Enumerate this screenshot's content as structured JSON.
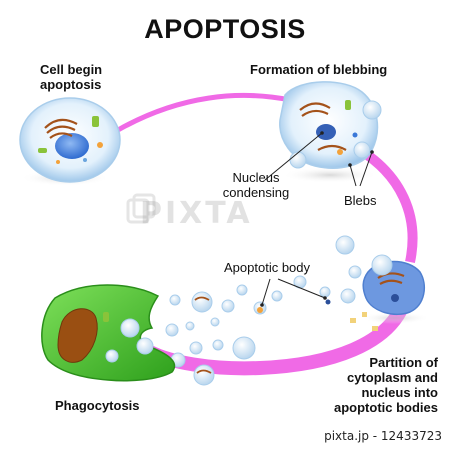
{
  "title": "APOPTOSIS",
  "labels": {
    "cell_begin_line1": "Cell begin",
    "cell_begin_line2": "apoptosis",
    "blebbing": "Formation of blebbing",
    "nucleus_line1": "Nucleus",
    "nucleus_line2": "condensing",
    "blebs": "Blebs",
    "apoptotic_body": "Apoptotic body",
    "partition_line1": "Partition of",
    "partition_line2": "cytoplasm and",
    "partition_line3": "nucleus into",
    "partition_line4": "apoptotic bodies",
    "phagocytosis": "Phagocytosis"
  },
  "watermark": "PIXTA",
  "credit": "pixta.jp  -  12433723",
  "colors": {
    "arrow": "#f06ae6",
    "cell_fill": "#d9ecfb",
    "cell_edge": "#9cc6ea",
    "nucleus": "#3a78d8",
    "phagocyte": "#48c233",
    "phagocyte_nucleus": "#9a4f12",
    "mitochondria": "#8ac33a",
    "golgi": "#a4521a"
  }
}
